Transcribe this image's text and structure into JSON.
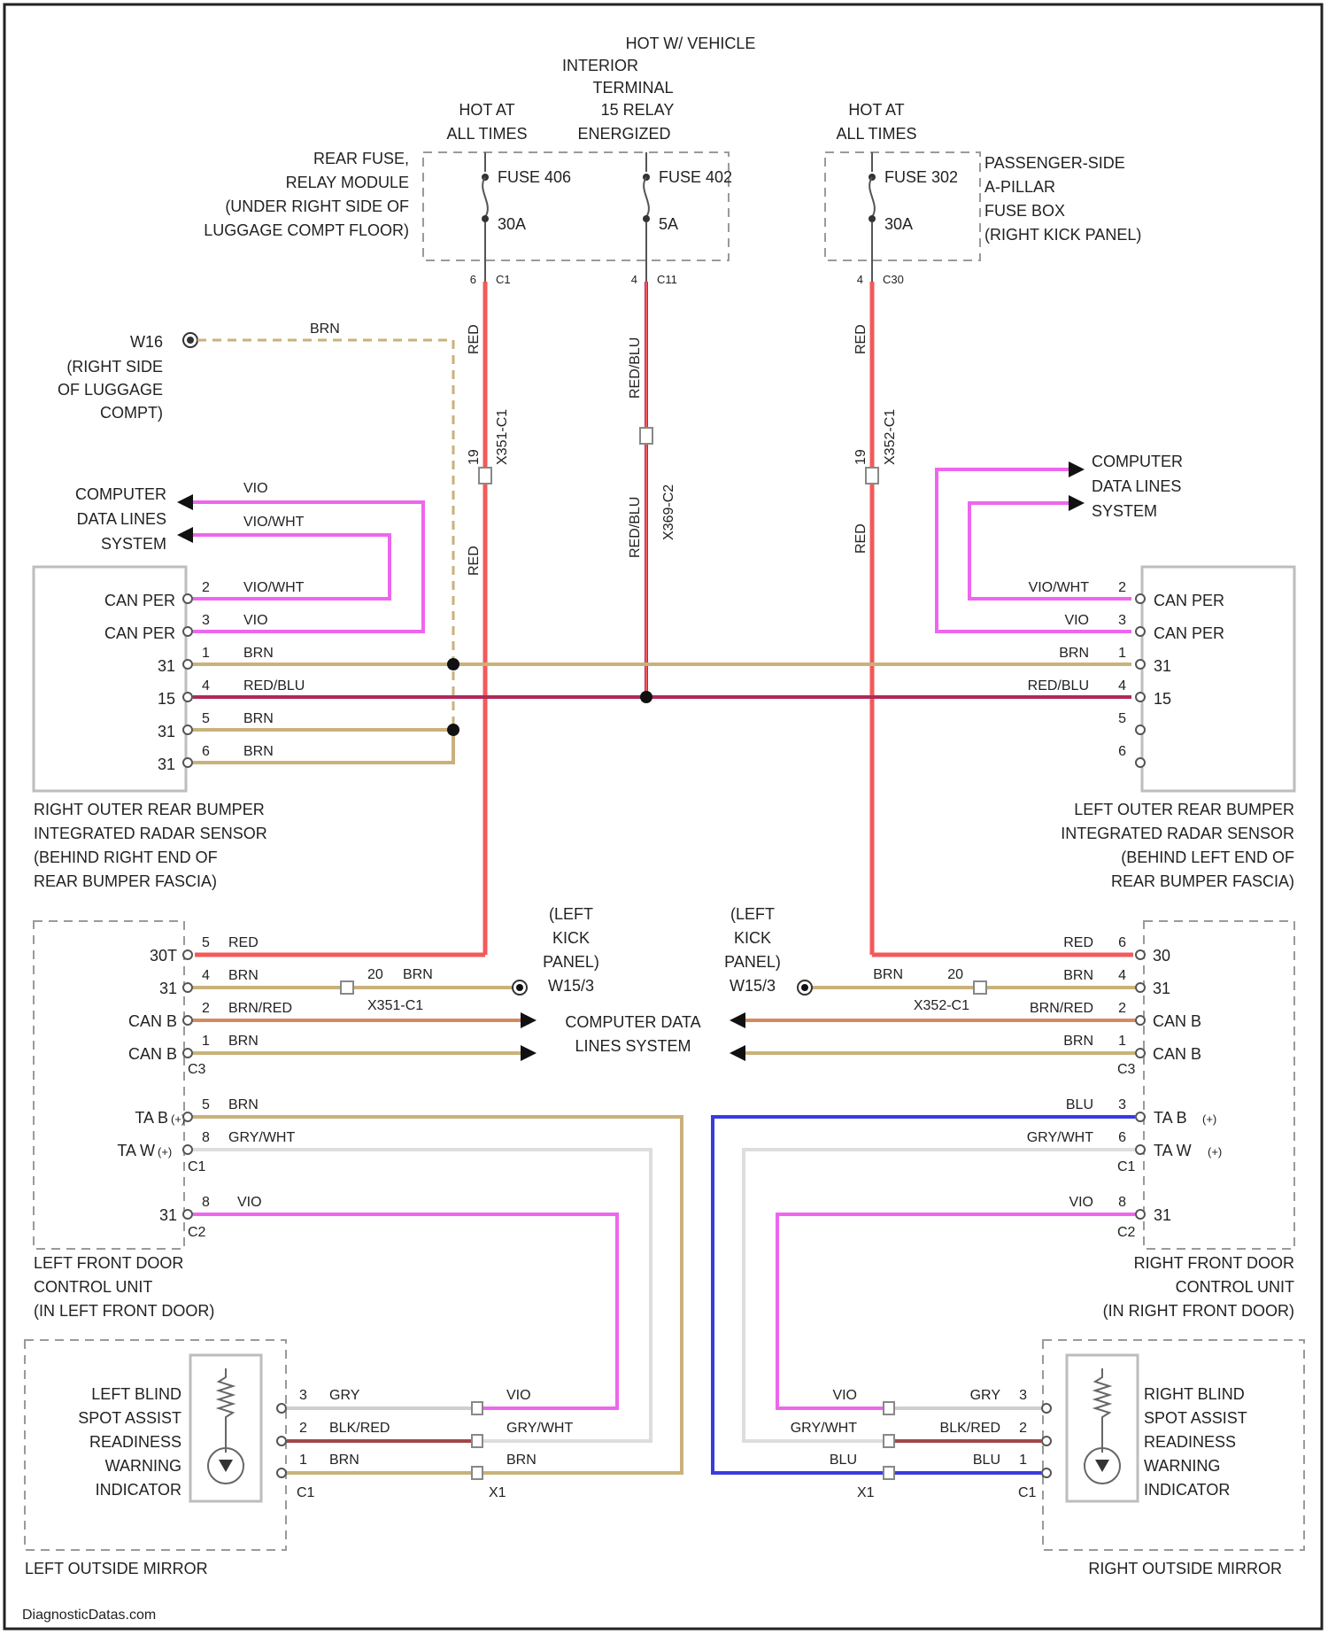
{
  "colors": {
    "RED": "#f25a5a",
    "VIO": "#ee66ee",
    "BRN": "#c9b27a",
    "RED/BLU": "#b0285a",
    "BRN/RED": "#d48a5e",
    "GRY": "#cfcfcf",
    "BLU": "#3a3ae0",
    "BLK/RED": "#a04848",
    "GRY/WHT": "#dddddd"
  },
  "top": {
    "hot_ign": [
      "HOT W/ VEHICLE",
      "INTERIOR",
      "TERMINAL",
      "15 RELAY",
      "ENERGIZED"
    ],
    "hot_always_1": [
      "HOT AT",
      "ALL TIMES"
    ],
    "hot_always_2": [
      "HOT AT",
      "ALL TIMES"
    ],
    "rear_fuse_box": [
      "REAR FUSE,",
      "RELAY MODULE",
      "(UNDER RIGHT SIDE OF",
      "LUGGAGE COMPT FLOOR)"
    ],
    "pass_fuse_box": [
      "PASSENGER-SIDE",
      "A-PILLAR",
      "FUSE BOX",
      "(RIGHT KICK PANEL)"
    ],
    "fuse_a": {
      "name": "FUSE 406",
      "amp": "30A",
      "pin": "C1",
      "pin_no": "6"
    },
    "fuse_b": {
      "name": "FUSE 402",
      "amp": "5A",
      "pin": "C11",
      "pin_no": "4"
    },
    "fuse_c": {
      "name": "FUSE 302",
      "amp": "30A",
      "pin": "C30",
      "pin_no": "4"
    }
  },
  "ground_w": {
    "name": "W16",
    "desc": [
      "(RIGHT SIDE",
      "OF LUGGAGE",
      "COMPT)"
    ],
    "wire": "BRN"
  },
  "vertical_labels": {
    "v1_top": "RED",
    "v1_conn": "X351-C1",
    "v1_pin": "19",
    "v1_bot": "RED",
    "v2_top": "RED/BLU",
    "v2_conn": "X369-C2",
    "v2_bot": "RED/BLU",
    "v3_top": "RED",
    "v3_conn": "X352-C1",
    "v3_pin": "19",
    "v3_bot": "RED"
  },
  "left_cdl": [
    "COMPUTER",
    "DATA LINES",
    "SYSTEM"
  ],
  "right_cdl": [
    "COMPUTER",
    "DATA LINES",
    "SYSTEM"
  ],
  "right_radar": {
    "pins": [
      "CAN PER",
      "CAN PER",
      "31",
      "15",
      "31",
      "31"
    ],
    "wires": [
      {
        "no": "2",
        "color": "VIO/WHT"
      },
      {
        "no": "3",
        "color": "VIO"
      },
      {
        "no": "1",
        "color": "BRN"
      },
      {
        "no": "4",
        "color": "RED/BLU"
      },
      {
        "no": "5",
        "color": "BRN"
      },
      {
        "no": "6",
        "color": "BRN"
      }
    ],
    "caption": [
      "RIGHT OUTER REAR BUMPER",
      "INTEGRATED RADAR SENSOR",
      "(BEHIND RIGHT END OF",
      "REAR BUMPER FASCIA)"
    ]
  },
  "left_radar": {
    "pins": [
      "CAN PER",
      "CAN PER",
      "31",
      "15",
      "",
      ""
    ],
    "wires": [
      {
        "no": "2",
        "color": "VIO/WHT"
      },
      {
        "no": "3",
        "color": "VIO"
      },
      {
        "no": "1",
        "color": "BRN"
      },
      {
        "no": "4",
        "color": "RED/BLU"
      },
      {
        "no": "5",
        "color": ""
      },
      {
        "no": "6",
        "color": ""
      }
    ],
    "caption": [
      "LEFT OUTER REAR BUMPER",
      "INTEGRATED RADAR SENSOR",
      "(BEHIND LEFT END OF",
      "REAR BUMPER FASCIA)"
    ]
  },
  "kick_left": [
    "(LEFT",
    "KICK",
    "PANEL)",
    "W15/3"
  ],
  "kick_right": [
    "(LEFT",
    "KICK",
    "PANEL)",
    "W15/3"
  ],
  "cdl_center": [
    "COMPUTER DATA",
    "LINES SYSTEM"
  ],
  "left_door": {
    "c3_pins": [
      {
        "pin": "30T",
        "no": "5",
        "color": "RED"
      },
      {
        "pin": "31",
        "no": "4",
        "color": "BRN"
      },
      {
        "pin": "CAN B",
        "no": "2",
        "color": "BRN/RED"
      },
      {
        "pin": "CAN B",
        "no": "1",
        "color": "BRN"
      }
    ],
    "c3": "C3",
    "splice": {
      "no": "20",
      "color": "BRN",
      "conn": "X351-C1"
    },
    "c1_pins": [
      {
        "pin": "TA B",
        "sub": "(+)",
        "no": "5",
        "color": "BRN"
      },
      {
        "pin": "TA W",
        "sub": "(+)",
        "no": "8",
        "color": "GRY/WHT"
      }
    ],
    "c1": "C1",
    "c2_pin": {
      "pin": "31",
      "no": "8",
      "color": "VIO"
    },
    "c2": "C2",
    "caption": [
      "LEFT FRONT DOOR",
      "CONTROL UNIT",
      "(IN LEFT FRONT DOOR)"
    ]
  },
  "right_door": {
    "c3_pins": [
      {
        "pin": "30",
        "no": "6",
        "color": "RED"
      },
      {
        "pin": "31",
        "no": "4",
        "color": "BRN"
      },
      {
        "pin": "CAN B",
        "no": "2",
        "color": "BRN/RED"
      },
      {
        "pin": "CAN B",
        "no": "1",
        "color": "BRN"
      }
    ],
    "c3": "C3",
    "splice": {
      "no": "20",
      "color": "BRN",
      "conn": "X352-C1"
    },
    "c1_pins": [
      {
        "pin": "TA B",
        "sub": "(+)",
        "no": "3",
        "color": "BLU"
      },
      {
        "pin": "TA W",
        "sub": "(+)",
        "no": "6",
        "color": "GRY/WHT"
      }
    ],
    "c1": "C1",
    "c2_pin": {
      "pin": "31",
      "no": "8",
      "color": "VIO"
    },
    "c2": "C2",
    "caption": [
      "RIGHT FRONT DOOR",
      "CONTROL UNIT",
      "(IN RIGHT FRONT DOOR)"
    ]
  },
  "left_mirror": {
    "indicator": [
      "LEFT BLIND",
      "SPOT ASSIST",
      "READINESS",
      "WARNING",
      "INDICATOR"
    ],
    "wires_c1": [
      {
        "no": "3",
        "color": "GRY"
      },
      {
        "no": "2",
        "color": "BLK/RED"
      },
      {
        "no": "1",
        "color": "BRN"
      }
    ],
    "wires_x1": [
      "VIO",
      "GRY/WHT",
      "BRN"
    ],
    "c1": "C1",
    "x1": "X1",
    "caption": "LEFT OUTSIDE MIRROR"
  },
  "right_mirror": {
    "indicator": [
      "RIGHT BLIND",
      "SPOT ASSIST",
      "READINESS",
      "WARNING",
      "INDICATOR"
    ],
    "wires_c1": [
      {
        "no": "3",
        "color": "GRY"
      },
      {
        "no": "2",
        "color": "BLK/RED"
      },
      {
        "no": "1",
        "color": "BLU"
      }
    ],
    "wires_x1": [
      "VIO",
      "GRY/WHT",
      "BLU"
    ],
    "c1": "C1",
    "x1": "X1",
    "caption": "RIGHT OUTSIDE MIRROR"
  },
  "footer": "DiagnosticDatas.com"
}
